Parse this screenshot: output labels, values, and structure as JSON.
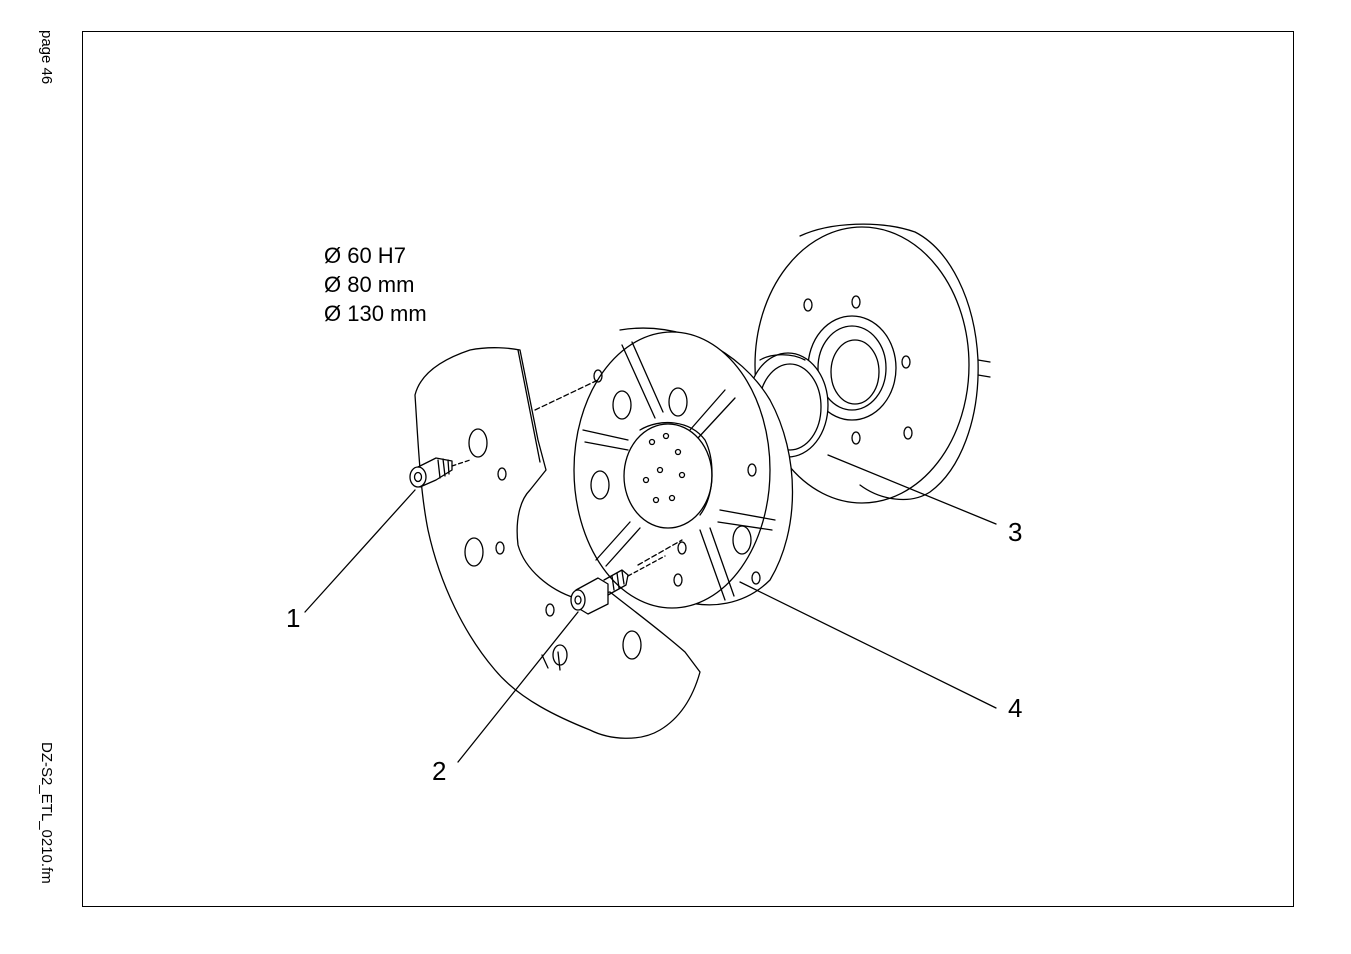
{
  "margin": {
    "page_label": "page 46",
    "file_label": "DZ-S2_ETL_0210.fm"
  },
  "dimensions": [
    "Ø 60 H7",
    "Ø 80 mm",
    "Ø 130 mm"
  ],
  "callouts": [
    "1",
    "2",
    "3",
    "4"
  ],
  "colors": {
    "ink": "#000000",
    "paper": "#ffffff"
  }
}
